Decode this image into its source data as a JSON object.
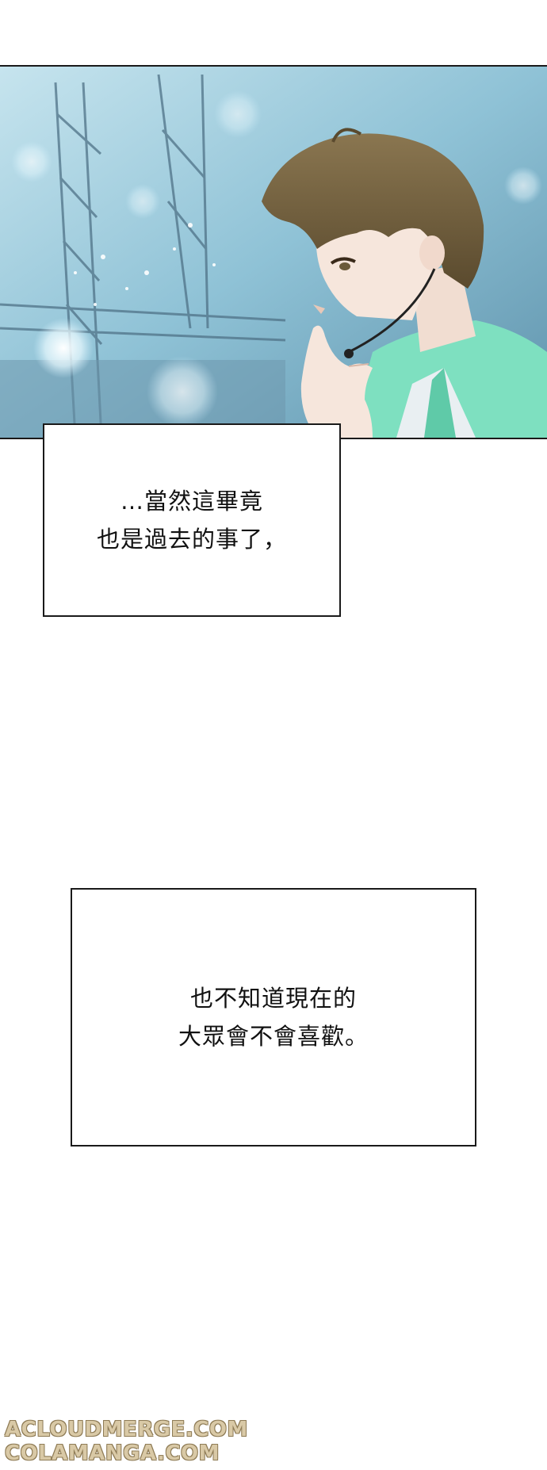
{
  "panel": {
    "scene": "stage-lights",
    "colors": {
      "sky": "#a9d4e4",
      "haze": "#e8f7fb",
      "truss": "#5d7f96",
      "hair": "#6b5a3a",
      "skin": "#f6e6dc",
      "shirt": "#7ee0c0",
      "collar": "#e9eff2"
    }
  },
  "captions": [
    {
      "lines": [
        "…當然這畢竟",
        "也是過去的事了，"
      ]
    },
    {
      "lines": [
        "也不知道現在的",
        "大眾會不會喜歡。"
      ]
    }
  ],
  "watermark": {
    "lines": [
      "ACLOUDMERGE.COM",
      "COLAMANGA.COM"
    ]
  }
}
